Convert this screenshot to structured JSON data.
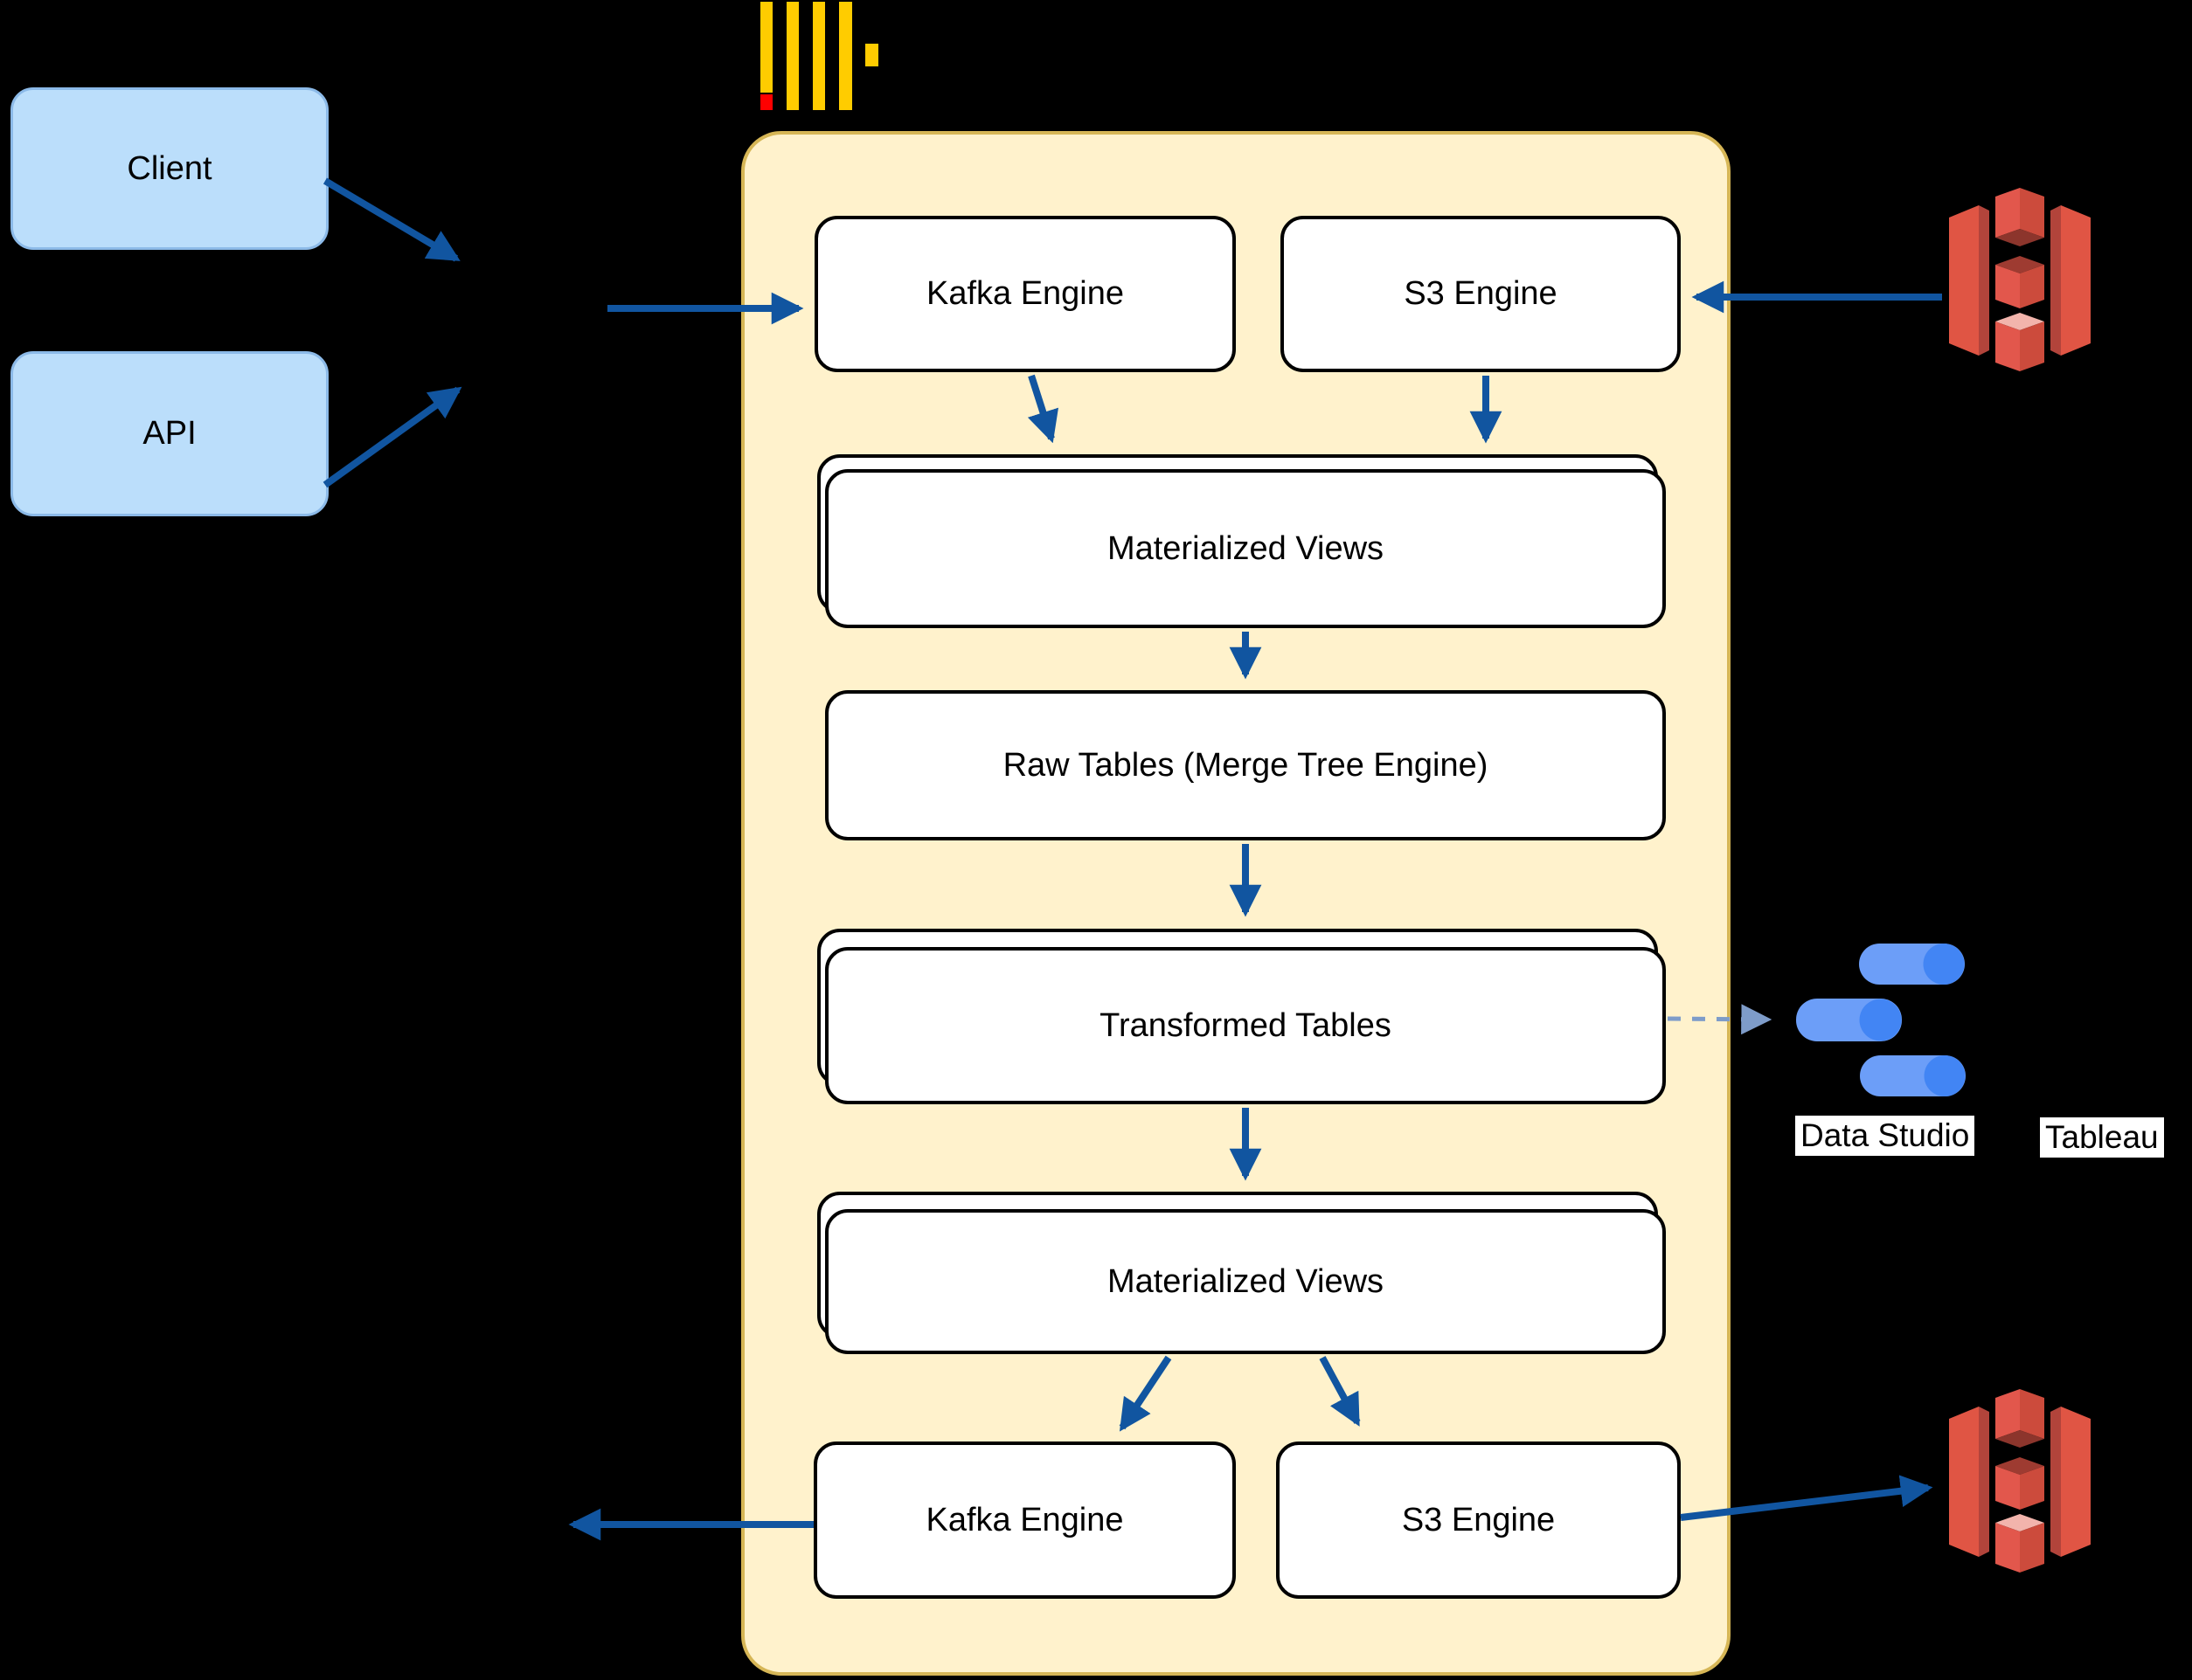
{
  "diagram": {
    "sources": {
      "client": "Client",
      "api": "API"
    },
    "clickhouse_container": {
      "kafka_engine_top": "Kafka Engine",
      "s3_engine_top": "S3 Engine",
      "materialized_views_top": "Materialized Views",
      "raw_tables": "Raw Tables (Merge Tree Engine)",
      "transformed_tables": "Transformed Tables",
      "materialized_views_bottom": "Materialized Views",
      "kafka_engine_bottom": "Kafka Engine",
      "s3_engine_bottom": "S3 Engine"
    },
    "consumers": {
      "data_studio": "Data Studio",
      "tableau": "Tableau"
    },
    "icons": {
      "clickhouse_logo": "clickhouse-logo",
      "aws_s3_top": "aws-s3-bucket-icon",
      "aws_s3_bottom": "aws-s3-bucket-icon",
      "data_studio_logo": "data-studio-logo"
    },
    "colors": {
      "background": "#000000",
      "source_fill": "#BBDEFB",
      "source_border": "#8CBAE8",
      "container_fill": "#FFF2CC",
      "container_border": "#D6B656",
      "node_fill": "#FFFFFF",
      "node_border": "#000000",
      "arrow_blue": "#1155A0",
      "arrow_dashed": "#7E9CC9",
      "clickhouse_yellow": "#FFCC00",
      "clickhouse_red": "#FF0000",
      "s3_red": "#E05544",
      "s3_red_dark": "#B2443B",
      "s3_pink": "#F2B4AC",
      "datastudio_light": "#6C9EF8",
      "datastudio_dark": "#4285F4"
    }
  }
}
